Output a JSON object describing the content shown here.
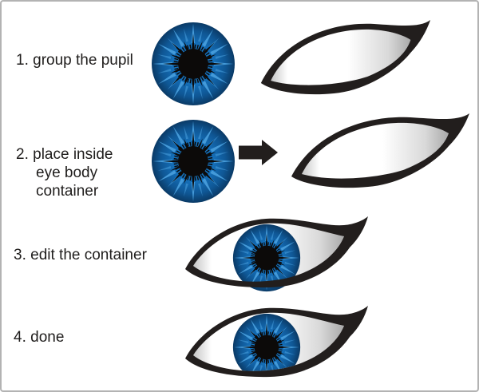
{
  "window": {
    "background": "#ffffff",
    "border_color": "#b3b3b3"
  },
  "steps": [
    {
      "number": "1",
      "label": "1. group the pupil"
    },
    {
      "number": "2",
      "label": "2. place inside\neye body\ncontainer"
    },
    {
      "number": "3",
      "label": "3. edit the container"
    },
    {
      "number": "4",
      "label": "4. done"
    }
  ],
  "colors": {
    "text": "#1f1d1c",
    "outline_black": "#221e1d",
    "arrow_black": "#221e1d",
    "iris_center": "#1e7ac6",
    "iris_mid": "#1571bc",
    "iris_deep": "#0f5795",
    "iris_edge": "#0a3a66",
    "iris_ray": "#4aa0de",
    "pupil_black": "#0c0a09",
    "sclera_white": "#ffffff",
    "sclera_silver": "#a9a9a9",
    "sclera_gray_left": "#c6c6c6"
  }
}
